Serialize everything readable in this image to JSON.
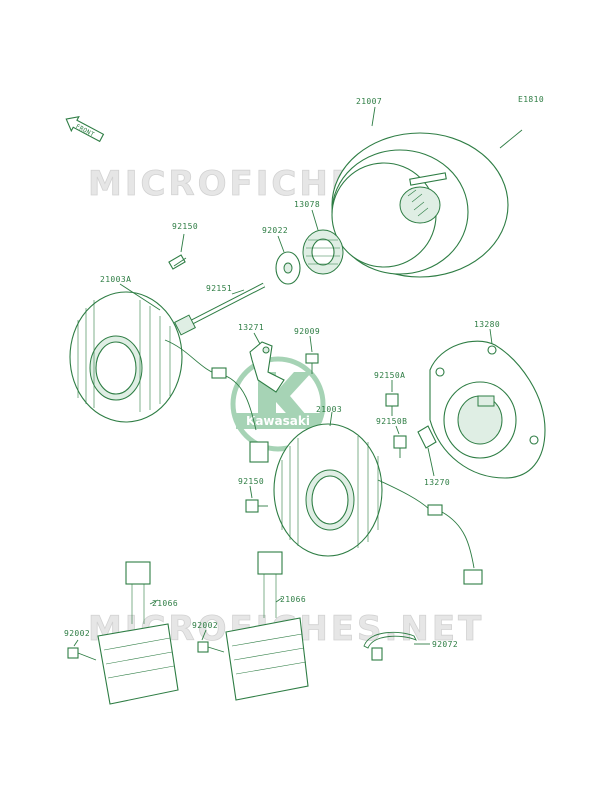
{
  "diagram_code": "E1810",
  "front_label": "FRONT",
  "watermark_text": "MICROFICHES.NET",
  "logo_text": "Kawasaki",
  "colors": {
    "line": "#2e7d44",
    "watermark": "#d9d9d9",
    "logo": "#5fb07a"
  },
  "parts": [
    {
      "id": "p21007",
      "number": "21007"
    },
    {
      "id": "p13078",
      "number": "13078"
    },
    {
      "id": "p92022",
      "number": "92022"
    },
    {
      "id": "p92150a_top",
      "number": "92150"
    },
    {
      "id": "p21003a",
      "number": "21003A"
    },
    {
      "id": "p92151",
      "number": "92151"
    },
    {
      "id": "p13271",
      "number": "13271"
    },
    {
      "id": "p92009",
      "number": "92009"
    },
    {
      "id": "p13280",
      "number": "13280"
    },
    {
      "id": "p92150a",
      "number": "92150A"
    },
    {
      "id": "p21003",
      "number": "21003"
    },
    {
      "id": "p92150b",
      "number": "92150B"
    },
    {
      "id": "p13270",
      "number": "13270"
    },
    {
      "id": "p92150c",
      "number": "92150"
    },
    {
      "id": "p21066a",
      "number": "21066"
    },
    {
      "id": "p21066b",
      "number": "21066"
    },
    {
      "id": "p92002a",
      "number": "92002"
    },
    {
      "id": "p92002b",
      "number": "92002"
    },
    {
      "id": "p92072",
      "number": "92072"
    }
  ]
}
